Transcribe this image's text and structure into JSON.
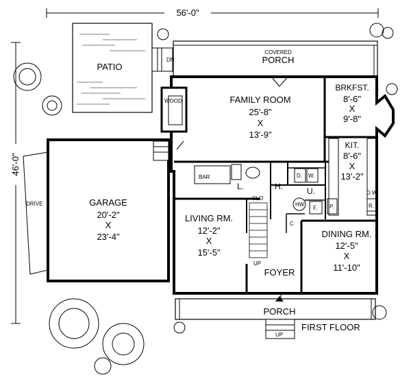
{
  "dimensions": {
    "width": "56'-0\"",
    "depth": "46'-0\""
  },
  "rooms": {
    "patio": {
      "name": "PATIO"
    },
    "covered_porch": {
      "line1": "COVERED",
      "line2": "PORCH"
    },
    "family_room": {
      "name": "FAMILY ROOM",
      "dim1": "25'-8\"",
      "x": "X",
      "dim2": "13'-9\""
    },
    "brkfst": {
      "name": "BRKFST.",
      "dim1": "8'-6\"",
      "x": "X",
      "dim2": "9'-8\""
    },
    "kit": {
      "name": "KIT.",
      "dim1": "8'-6\"",
      "x": "X",
      "dim2": "13'-2\""
    },
    "garage": {
      "name": "GARAGE",
      "dim1": "20'-2\"",
      "x": "X",
      "dim2": "23'-4\""
    },
    "living": {
      "name": "LIVING RM.",
      "dim1": "12'-2\"",
      "x": "X",
      "dim2": "15'-5\""
    },
    "dining": {
      "name": "DINING RM.",
      "dim1": "12'-5\"",
      "x": "X",
      "dim2": "11'-10\""
    },
    "foyer": {
      "name": "FOYER"
    },
    "front_porch": {
      "name": "PORCH"
    }
  },
  "fixtures": {
    "wood": "WOOD",
    "bar": "BAR",
    "dn": "DN",
    "l": "L.",
    "h": "H.",
    "u": "U.",
    "d": "D.",
    "w": "W.",
    "clo": "CLO",
    "hw": "HW",
    "f": "F.",
    "c": "C",
    "p": "P.",
    "r": "R.",
    "dw": "D.W.",
    "up_stair": "UP",
    "up_porch": "UP",
    "drive": "DRIVE"
  },
  "floor_label": "FIRST FLOOR"
}
